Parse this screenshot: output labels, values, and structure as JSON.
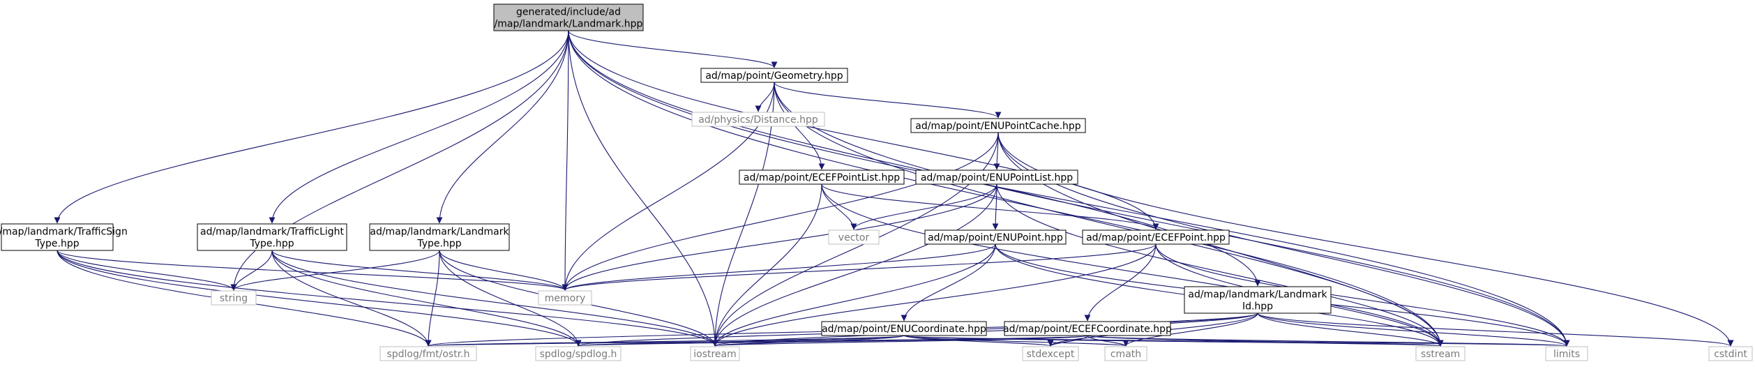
{
  "diagram": {
    "type": "include-dependency-graph",
    "colors": {
      "edge": "#191970",
      "root_fill": "#bfbfbf",
      "node_border": "#000000",
      "external_border": "#bfbfbf",
      "external_text": "#7a7a7a"
    },
    "nodes": [
      {
        "id": "root",
        "kind": "main",
        "lines": [
          "generated/include/ad",
          "/map/landmark/Landmark.hpp"
        ]
      },
      {
        "id": "trafficsign",
        "kind": "internal",
        "lines": [
          "ad/map/landmark/TrafficSign",
          "Type.hpp"
        ]
      },
      {
        "id": "trafficlight",
        "kind": "internal",
        "lines": [
          "ad/map/landmark/TrafficLight",
          "Type.hpp"
        ]
      },
      {
        "id": "lmtype",
        "kind": "internal",
        "lines": [
          "ad/map/landmark/Landmark",
          "Type.hpp"
        ]
      },
      {
        "id": "geometry",
        "kind": "internal",
        "lines": [
          "ad/map/point/Geometry.hpp"
        ]
      },
      {
        "id": "distance",
        "kind": "external",
        "lines": [
          "ad/physics/Distance.hpp"
        ]
      },
      {
        "id": "enucache",
        "kind": "internal",
        "lines": [
          "ad/map/point/ENUPointCache.hpp"
        ]
      },
      {
        "id": "ecefplist",
        "kind": "internal",
        "lines": [
          "ad/map/point/ECEFPointList.hpp"
        ]
      },
      {
        "id": "enuplist",
        "kind": "internal",
        "lines": [
          "ad/map/point/ENUPointList.hpp"
        ]
      },
      {
        "id": "vector",
        "kind": "external",
        "lines": [
          "vector"
        ]
      },
      {
        "id": "enupoint",
        "kind": "internal",
        "lines": [
          "ad/map/point/ENUPoint.hpp"
        ]
      },
      {
        "id": "ecefpoint",
        "kind": "internal",
        "lines": [
          "ad/map/point/ECEFPoint.hpp"
        ]
      },
      {
        "id": "string",
        "kind": "external",
        "lines": [
          "string"
        ]
      },
      {
        "id": "memory",
        "kind": "external",
        "lines": [
          "memory"
        ]
      },
      {
        "id": "enucoord",
        "kind": "internal",
        "lines": [
          "ad/map/point/ENUCoordinate.hpp"
        ]
      },
      {
        "id": "ecefcoord",
        "kind": "internal",
        "lines": [
          "ad/map/point/ECEFCoordinate.hpp"
        ]
      },
      {
        "id": "lmid",
        "kind": "internal",
        "lines": [
          "ad/map/landmark/Landmark",
          "Id.hpp"
        ]
      },
      {
        "id": "ostr",
        "kind": "external",
        "lines": [
          "spdlog/fmt/ostr.h"
        ]
      },
      {
        "id": "spdlog",
        "kind": "external",
        "lines": [
          "spdlog/spdlog.h"
        ]
      },
      {
        "id": "iostream",
        "kind": "external",
        "lines": [
          "iostream"
        ]
      },
      {
        "id": "stdexcept",
        "kind": "external",
        "lines": [
          "stdexcept"
        ]
      },
      {
        "id": "cmath",
        "kind": "external",
        "lines": [
          "cmath"
        ]
      },
      {
        "id": "sstream",
        "kind": "external",
        "lines": [
          "sstream"
        ]
      },
      {
        "id": "limits",
        "kind": "external",
        "lines": [
          "limits"
        ]
      },
      {
        "id": "cstdint",
        "kind": "external",
        "lines": [
          "cstdint"
        ]
      }
    ],
    "edges": [
      [
        "root",
        "trafficsign"
      ],
      [
        "root",
        "trafficlight"
      ],
      [
        "root",
        "lmtype"
      ],
      [
        "root",
        "string"
      ],
      [
        "root",
        "memory"
      ],
      [
        "root",
        "iostream"
      ],
      [
        "root",
        "geometry"
      ],
      [
        "root",
        "ecefpoint"
      ],
      [
        "root",
        "lmid"
      ],
      [
        "root",
        "sstream"
      ],
      [
        "root",
        "limits"
      ],
      [
        "trafficsign",
        "string"
      ],
      [
        "trafficsign",
        "memory"
      ],
      [
        "trafficsign",
        "ostr"
      ],
      [
        "trafficsign",
        "spdlog"
      ],
      [
        "trafficsign",
        "iostream"
      ],
      [
        "trafficlight",
        "string"
      ],
      [
        "trafficlight",
        "memory"
      ],
      [
        "trafficlight",
        "ostr"
      ],
      [
        "trafficlight",
        "spdlog"
      ],
      [
        "trafficlight",
        "iostream"
      ],
      [
        "lmtype",
        "string"
      ],
      [
        "lmtype",
        "memory"
      ],
      [
        "lmtype",
        "ostr"
      ],
      [
        "lmtype",
        "spdlog"
      ],
      [
        "lmtype",
        "iostream"
      ],
      [
        "geometry",
        "distance"
      ],
      [
        "geometry",
        "enucache"
      ],
      [
        "geometry",
        "ecefplist"
      ],
      [
        "geometry",
        "memory"
      ],
      [
        "geometry",
        "iostream"
      ],
      [
        "geometry",
        "sstream"
      ],
      [
        "geometry",
        "limits"
      ],
      [
        "enucache",
        "enuplist"
      ],
      [
        "enucache",
        "memory"
      ],
      [
        "enucache",
        "iostream"
      ],
      [
        "enucache",
        "sstream"
      ],
      [
        "enucache",
        "limits"
      ],
      [
        "enucache",
        "cstdint"
      ],
      [
        "ecefplist",
        "vector"
      ],
      [
        "ecefplist",
        "ecefpoint"
      ],
      [
        "ecefplist",
        "iostream"
      ],
      [
        "ecefplist",
        "sstream"
      ],
      [
        "enuplist",
        "vector"
      ],
      [
        "enuplist",
        "enupoint"
      ],
      [
        "enuplist",
        "memory"
      ],
      [
        "enuplist",
        "iostream"
      ],
      [
        "enuplist",
        "sstream"
      ],
      [
        "enupoint",
        "enucoord"
      ],
      [
        "enupoint",
        "memory"
      ],
      [
        "enupoint",
        "iostream"
      ],
      [
        "enupoint",
        "sstream"
      ],
      [
        "enupoint",
        "limits"
      ],
      [
        "ecefpoint",
        "ecefcoord"
      ],
      [
        "ecefpoint",
        "memory"
      ],
      [
        "ecefpoint",
        "iostream"
      ],
      [
        "ecefpoint",
        "sstream"
      ],
      [
        "ecefpoint",
        "limits"
      ],
      [
        "enucoord",
        "ostr"
      ],
      [
        "enucoord",
        "spdlog"
      ],
      [
        "enucoord",
        "iostream"
      ],
      [
        "enucoord",
        "stdexcept"
      ],
      [
        "enucoord",
        "cmath"
      ],
      [
        "enucoord",
        "sstream"
      ],
      [
        "enucoord",
        "limits"
      ],
      [
        "ecefcoord",
        "ostr"
      ],
      [
        "ecefcoord",
        "spdlog"
      ],
      [
        "ecefcoord",
        "iostream"
      ],
      [
        "ecefcoord",
        "stdexcept"
      ],
      [
        "ecefcoord",
        "cmath"
      ],
      [
        "ecefcoord",
        "sstream"
      ],
      [
        "ecefcoord",
        "limits"
      ],
      [
        "lmid",
        "ostr"
      ],
      [
        "lmid",
        "spdlog"
      ],
      [
        "lmid",
        "iostream"
      ],
      [
        "lmid",
        "stdexcept"
      ],
      [
        "lmid",
        "cmath"
      ],
      [
        "lmid",
        "sstream"
      ],
      [
        "lmid",
        "limits"
      ],
      [
        "lmid",
        "cstdint"
      ]
    ]
  }
}
